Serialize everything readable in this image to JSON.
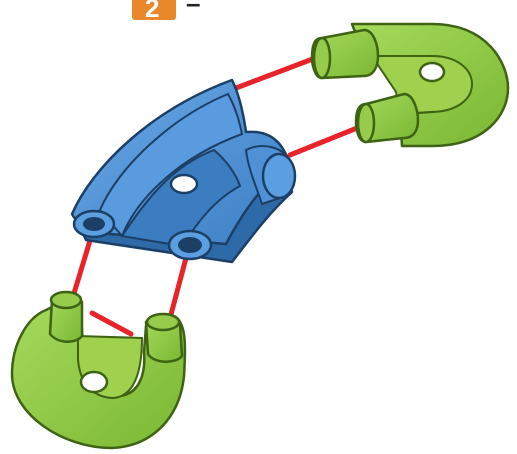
{
  "step": {
    "number": "2",
    "suffix": "–",
    "badge_color": "#e8882a"
  },
  "parts": [
    {
      "id": "center-curved-connector",
      "color": "#4a8fd4",
      "role": "center piece"
    },
    {
      "id": "u-clip-upper-right",
      "color": "#8cc63f",
      "role": "attach piece"
    },
    {
      "id": "u-clip-lower-left",
      "color": "#8cc63f",
      "role": "attach piece"
    }
  ],
  "guide_line_color": "#e8232a"
}
